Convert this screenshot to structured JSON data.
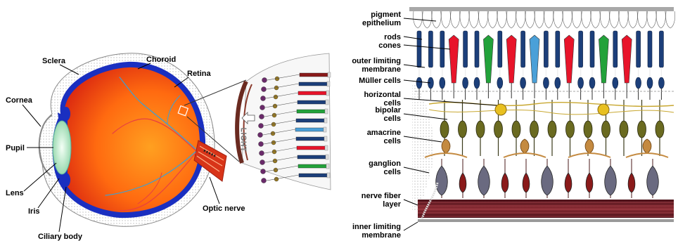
{
  "eye_labels": {
    "sclera": "Sclera",
    "choroid": "Choroid",
    "retina": "Retina",
    "cornea": "Cornea",
    "pupil": "Pupil",
    "lens": "Lens",
    "iris": "Iris",
    "ciliary_body": "Ciliary body",
    "optic_nerve": "Optic nerve"
  },
  "inset": {
    "light_label": "LIGHT"
  },
  "retina_labels": [
    {
      "line1": "pigment",
      "line2": "epithelium"
    },
    {
      "line1": "rods",
      "line2": ""
    },
    {
      "line1": "cones",
      "line2": ""
    },
    {
      "line1": "outer limiting",
      "line2": "membrane"
    },
    {
      "line1": "Müller cells",
      "line2": ""
    },
    {
      "line1": "horizontal",
      "line2": "cells"
    },
    {
      "line1": "bipolar",
      "line2": "cells"
    },
    {
      "line1": "amacrine",
      "line2": "cells"
    },
    {
      "line1": "ganglion",
      "line2": "cells"
    },
    {
      "line1": "nerve fiber",
      "line2": "layer"
    },
    {
      "line1": "inner limiting",
      "line2": "membrane"
    }
  ],
  "colors": {
    "eye_orange": "#ff7a10",
    "eye_red": "#e02a10",
    "choroid_blue": "#1a2fc0",
    "rod_blue": "#1c3f7a",
    "cone_red": "#e8142a",
    "cone_green": "#22a23a",
    "cone_blue": "#4aa0d8",
    "nerve_fiber": "#6a1c24"
  }
}
